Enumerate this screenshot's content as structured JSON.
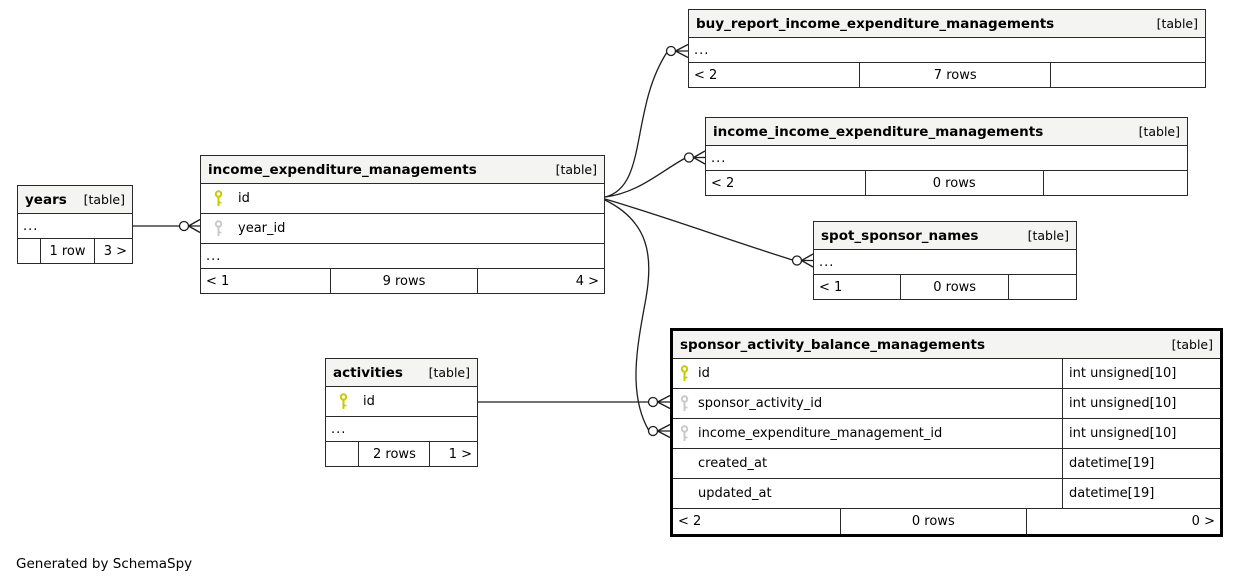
{
  "note": "Generated by SchemaSpy",
  "colors": {
    "primary_key_icon": "#c9c900",
    "foreign_key_icon": "#c9c9c9",
    "table_header_bg": "#f4f4f2",
    "border": "#2a2a2a"
  },
  "icons": {
    "primary_key": "key-icon-yellow",
    "foreign_key": "key-icon-gray",
    "fk_endpoint": "crows-foot-with-circle"
  },
  "tables": {
    "years": {
      "title": "years",
      "tag": "[table]",
      "dots": "...",
      "footer": {
        "left": "",
        "mid": "1 row",
        "right": "3 >"
      }
    },
    "income_expenditure_managements": {
      "title": "income_expenditure_managements",
      "tag": "[table]",
      "columns": [
        {
          "name": "id"
        },
        {
          "name": "year_id"
        }
      ],
      "dots": "...",
      "footer": {
        "left": "< 1",
        "mid": "9 rows",
        "right": "4 >"
      }
    },
    "buy_report_income_expenditure_managements": {
      "title": "buy_report_income_expenditure_managements",
      "tag": "[table]",
      "dots": "...",
      "footer": {
        "left": "< 2",
        "mid": "7 rows",
        "right": ""
      }
    },
    "income_income_expenditure_managements": {
      "title": "income_income_expenditure_managements",
      "tag": "[table]",
      "dots": "...",
      "footer": {
        "left": "< 2",
        "mid": "0 rows",
        "right": ""
      }
    },
    "spot_sponsor_names": {
      "title": "spot_sponsor_names",
      "tag": "[table]",
      "dots": "...",
      "footer": {
        "left": "< 1",
        "mid": "0 rows",
        "right": ""
      }
    },
    "activities": {
      "title": "activities",
      "tag": "[table]",
      "columns": [
        {
          "name": "id"
        }
      ],
      "dots": "...",
      "footer": {
        "left": "",
        "mid": "2 rows",
        "right": "1 >"
      }
    },
    "sponsor_activity_balance_managements": {
      "title": "sponsor_activity_balance_managements",
      "tag": "[table]",
      "columns": [
        {
          "name": "id",
          "type": "int unsigned[10]"
        },
        {
          "name": "sponsor_activity_id",
          "type": "int unsigned[10]"
        },
        {
          "name": "income_expenditure_management_id",
          "type": "int unsigned[10]"
        },
        {
          "name": "created_at",
          "type": "datetime[19]"
        },
        {
          "name": "updated_at",
          "type": "datetime[19]"
        }
      ],
      "footer": {
        "left": "< 2",
        "mid": "0 rows",
        "right": "0 >"
      }
    }
  }
}
